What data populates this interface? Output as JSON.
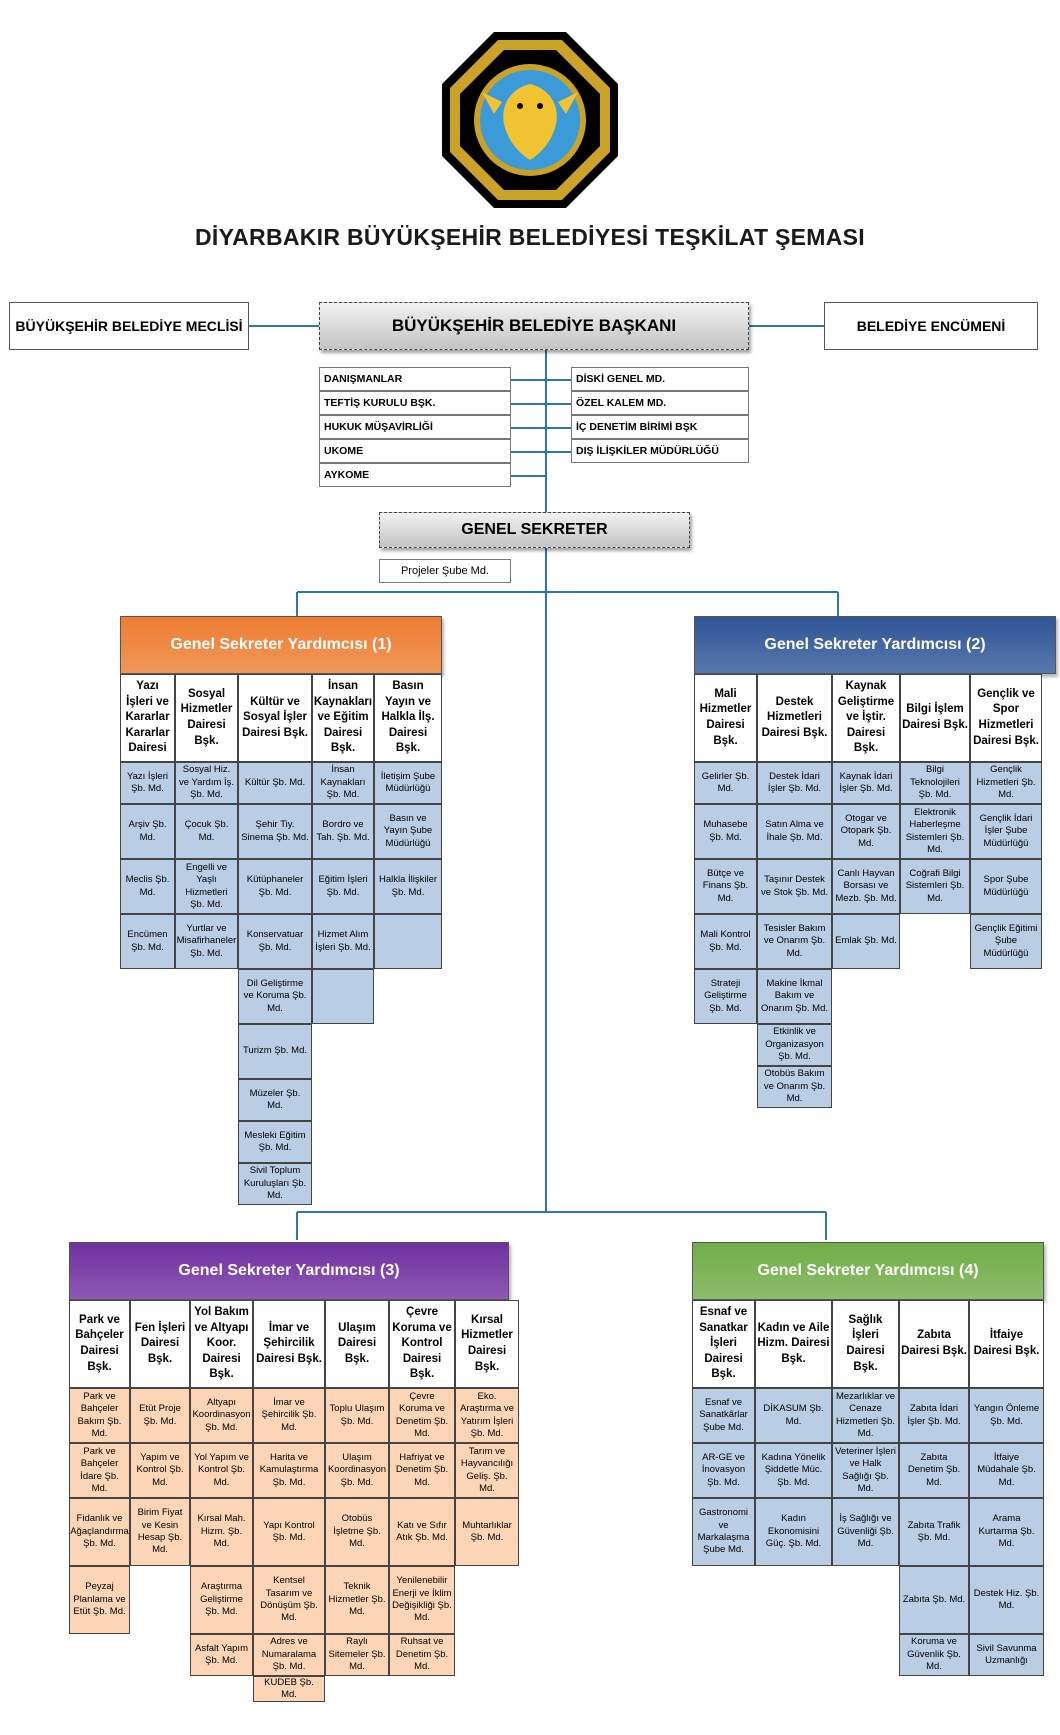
{
  "title": "DİYARBAKIR BÜYÜKŞEHİR BELEDİYESİ TEŞKİLAT ŞEMASI",
  "top": {
    "left_box": "BÜYÜKŞEHİR BELEDİYE MECLİSİ",
    "center_box": "BÜYÜKŞEHİR BELEDİYE BAŞKANI",
    "right_box": "BELEDİYE ENCÜMENİ"
  },
  "advisors_left": [
    "DANIŞMANLAR",
    "TEFTİŞ KURULU BŞK.",
    "HUKUK MÜŞAVİRLİĞİ",
    "UKOME",
    "AYKOME"
  ],
  "advisors_right": [
    "DİSKİ GENEL MD.",
    "ÖZEL KALEM MD.",
    "İÇ DENETİM BİRİMİ BŞK",
    "DIŞ İLİŞKİLER MÜDÜRLÜĞÜ"
  ],
  "secretary": {
    "label": "GENEL SEKRETER",
    "project": "Projeler Şube Md."
  },
  "colors": {
    "gsy1": "#ed7d31",
    "gsy2": "#2f5597",
    "gsy3": "#7030a0",
    "gsy4": "#70ad47",
    "line": "#2e75b6",
    "blue_cell": "#b9cde4",
    "orange_cell": "#fbd5b5"
  },
  "groups": [
    {
      "id": "gsy1",
      "label": "Genel Sekreter Yardımcısı (1)",
      "columns": [
        {
          "head": "Yazı İşleri ve Kararlar Kararlar Dairesi",
          "cells": [
            "Yazı İşleri Şb. Md.",
            "Arşiv Şb. Md.",
            "Meclis Şb. Md.",
            "Encümen Şb. Md."
          ]
        },
        {
          "head": "Sosyal Hizmetler Dairesi Bşk.",
          "cells": [
            "Sosyal Hiz. ve Yardım İş. Şb. Md.",
            "Çocuk Şb. Md.",
            "Engelli ve Yaşlı Hizmetleri Şb. Md.",
            "Yurtlar ve Misafirhaneler Şb. Md."
          ]
        },
        {
          "head": "Kültür ve Sosyal İşler Dairesi Bşk.",
          "cells": [
            "Kültür Şb. Md.",
            "Şehir Tiy. Sinema Şb. Md.",
            "Kütüphaneler Şb. Md.",
            "Konservatuar Şb. Md.",
            "Dil Geliştirme ve Koruma Şb. Md.",
            "Turizm Şb. Md.",
            "Müzeler Şb. Md.",
            "Mesleki Eğitim Şb. Md.",
            "Sivil Toplum Kuruluşları Şb. Md."
          ]
        },
        {
          "head": "İnsan Kaynakları ve Eğitim Dairesi Bşk.",
          "cells": [
            "İnsan Kaynakları Şb. Md.",
            "Bordro ve Tah. Şb. Md.",
            "Eğitim İşleri Şb. Md.",
            "Hizmet Alım İşleri Şb. Md.",
            ""
          ]
        },
        {
          "head": "Basın Yayın ve Halkla İlş. Dairesi Bşk.",
          "cells": [
            "İletişim Şube Müdürlüğü",
            "Basın ve Yayın Şube Müdürlüğü",
            "Halkla İlişkiler Şb. Md.",
            ""
          ]
        }
      ]
    },
    {
      "id": "gsy2",
      "label": "Genel Sekreter Yardımcısı (2)",
      "columns": [
        {
          "head": "Mali Hizmetler Dairesi Bşk.",
          "cells": [
            "Gelirler Şb. Md.",
            "Muhasebe Şb. Md.",
            "Bütçe ve Finans Şb. Md.",
            "Mali Kontrol Şb. Md.",
            "Strateji Geliştirme Şb. Md."
          ]
        },
        {
          "head": "Destek Hizmetleri Dairesi Bşk.",
          "cells": [
            "Destek İdari İşler Şb. Md.",
            "Satın Alma ve İhale Şb. Md.",
            "Taşınır Destek ve Stok Şb. Md.",
            "Tesisler Bakım ve Onarım Şb. Md.",
            "Makine İkmal Bakım ve Onarım Şb. Md.",
            "Etkinlik ve Organizasyon Şb. Md.",
            "Otobüs Bakım ve Onarım Şb. Md."
          ]
        },
        {
          "head": "Kaynak Geliştirme ve İştir. Dairesi Bşk.",
          "cells": [
            "Kaynak İdari İşler Şb. Md.",
            "Otogar ve Otopark Şb. Md.",
            "Canlı Hayvan Borsası ve Mezb. Şb. Md.",
            "Emlak Şb. Md."
          ]
        },
        {
          "head": "Bilgi İşlem Dairesi Bşk.",
          "cells": [
            "Bilgi Teknolojileri Şb. Md.",
            "Elektronik Haberleşme Sistemleri Şb. Md.",
            "Coğrafi Bilgi Sistemleri Şb. Md."
          ]
        },
        {
          "head": "Gençlik ve Spor Hizmetleri Dairesi Bşk.",
          "cells": [
            "Gençlik Hizmetleri Şb. Md.",
            "Gençlik İdari İşler Şube Müdürlüğü",
            "Spor Şube Müdürlüğü",
            "Gençlik Eğitimi Şube Müdürlüğü"
          ]
        }
      ]
    },
    {
      "id": "gsy3",
      "label": "Genel Sekreter Yardımcısı (3)",
      "columns": [
        {
          "head": "Park ve Bahçeler Dairesi Bşk.",
          "cells": [
            "Park ve Bahçeler Bakım Şb. Md.",
            "Park ve Bahçeler İdare Şb. Md.",
            "Fidanlık ve Ağaçlandırma Şb. Md.",
            "Peyzaj Planlama ve Etüt Şb. Md."
          ]
        },
        {
          "head": "Fen İşleri Dairesi Bşk.",
          "cells": [
            "Etüt Proje Şb. Md.",
            "Yapım ve Kontrol Şb. Md.",
            "Birim Fiyat ve Kesin Hesap Şb. Md."
          ]
        },
        {
          "head": "Yol Bakım ve Altyapı Koor. Dairesi Bşk.",
          "cells": [
            "Altyapı Koordinasyon Şb. Md.",
            "Yol Yapım ve Kontrol Şb. Md.",
            "Kırsal Mah. Hizm. Şb. Md.",
            "Araştırma Geliştirme Şb. Md.",
            "Asfalt Yapım Şb. Md."
          ]
        },
        {
          "head": "İmar ve Şehircilik Dairesi Bşk.",
          "cells": [
            "İmar ve Şehircilik Şb. Md.",
            "Harita ve Kamulaştırma Şb. Md.",
            "Yapı Kontrol Şb. Md.",
            "Kentsel Tasarım ve Dönüşüm Şb. Md.",
            "Adres ve Numaralama Şb. Md.",
            "KUDEB Şb. Md."
          ]
        },
        {
          "head": "Ulaşım Dairesi Bşk.",
          "cells": [
            "Toplu Ulaşım Şb. Md.",
            "Ulaşım Koordinasyon Şb. Md.",
            "Otobüs İşletme Şb. Md.",
            "Teknik Hizmetler Şb. Md.",
            "Raylı Sitemeler Şb. Md."
          ]
        },
        {
          "head": "Çevre Koruma ve Kontrol Dairesi Bşk.",
          "cells": [
            "Çevre Koruma ve Denetim Şb. Md.",
            "Hafriyat ve Denetim Şb. Md.",
            "Katı ve Sıfır Atık Şb. Md.",
            "Yenilenebilir Enerji ve İklim Değişikliği Şb. Md.",
            "Ruhsat ve Denetim Şb. Md."
          ]
        },
        {
          "head": "Kırsal Hizmetler Dairesi Bşk.",
          "cells": [
            "Eko. Araştırma ve Yatırım İşleri Şb. Md.",
            "Tarım ve Hayvancılığı Geliş. Şb. Md.",
            "Muhtarlıklar Şb. Md."
          ]
        }
      ]
    },
    {
      "id": "gsy4",
      "label": "Genel Sekreter Yardımcısı (4)",
      "columns": [
        {
          "head": "Esnaf ve Sanatkar İşleri Dairesi Bşk.",
          "cells": [
            "Esnaf ve Sanatkârlar Şube Md.",
            "AR-GE ve İnovasyon Şb. Md.",
            "Gastronomi ve Markalaşma Şube Md."
          ]
        },
        {
          "head": "Kadın ve Aile Hizm. Dairesi Bşk.",
          "cells": [
            "DİKASUM Şb. Md.",
            "Kadına Yönelik Şiddetle Müc. Şb. Md.",
            "Kadın Ekonomisini Güç. Şb. Md."
          ]
        },
        {
          "head": "Sağlık İşleri Dairesi Bşk.",
          "cells": [
            "Mezarlıklar ve Cenaze Hizmetleri Şb. Md.",
            "Veteriner İşleri ve Halk Sağlığı Şb. Md.",
            "İş Sağlığı ve Güvenliği Şb. Md."
          ]
        },
        {
          "head": "Zabıta Dairesi Bşk.",
          "cells": [
            "Zabıta İdari İşler Şb. Md.",
            "Zabıta Denetim Şb. Md.",
            "Zabıta Trafik Şb. Md.",
            "Zabıta Şb. Md.",
            "Koruma ve Güvenlik Şb. Md."
          ]
        },
        {
          "head": "İtfaiye Dairesi Bşk.",
          "cells": [
            "Yangın Önleme Şb. Md.",
            "İtfaiye Müdahale Şb. Md.",
            "Arama Kurtarma Şb. Md.",
            "Destek Hiz. Şb. Md.",
            "Sivil Savunma Uzmanlığı"
          ]
        }
      ]
    }
  ]
}
